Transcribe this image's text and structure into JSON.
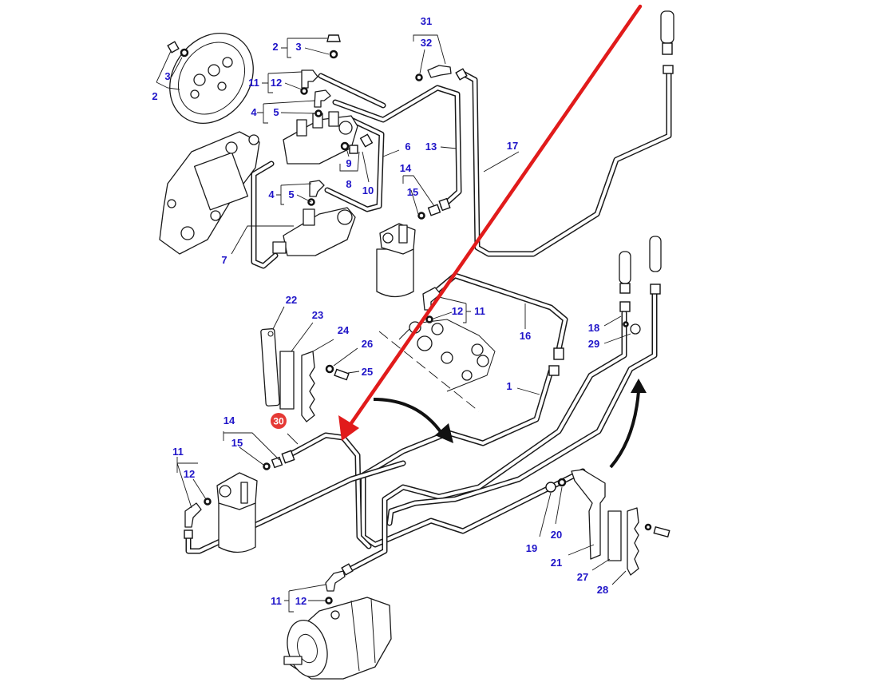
{
  "diagram": {
    "title": "Hydraulic pipe assembly exploded parts diagram",
    "label_color": "#1f14c8",
    "highlight_color": "#e11b1b",
    "highlight_part": "30",
    "callouts": [
      {
        "id": "c31",
        "text": "31"
      },
      {
        "id": "c32",
        "text": "32"
      },
      {
        "id": "c2a",
        "text": "2"
      },
      {
        "id": "c3a",
        "text": "3"
      },
      {
        "id": "c3b",
        "text": "3"
      },
      {
        "id": "c2b",
        "text": "2"
      },
      {
        "id": "c11a",
        "text": "11"
      },
      {
        "id": "c12a",
        "text": "12"
      },
      {
        "id": "c4a",
        "text": "4"
      },
      {
        "id": "c5a",
        "text": "5"
      },
      {
        "id": "c6",
        "text": "6"
      },
      {
        "id": "c13",
        "text": "13"
      },
      {
        "id": "c17",
        "text": "17"
      },
      {
        "id": "c9",
        "text": "9"
      },
      {
        "id": "c8",
        "text": "8"
      },
      {
        "id": "c10",
        "text": "10"
      },
      {
        "id": "c14a",
        "text": "14"
      },
      {
        "id": "c15a",
        "text": "15"
      },
      {
        "id": "c4b",
        "text": "4"
      },
      {
        "id": "c5b",
        "text": "5"
      },
      {
        "id": "c7",
        "text": "7"
      },
      {
        "id": "c22",
        "text": "22"
      },
      {
        "id": "c23",
        "text": "23"
      },
      {
        "id": "c24",
        "text": "24"
      },
      {
        "id": "c26",
        "text": "26"
      },
      {
        "id": "c25",
        "text": "25"
      },
      {
        "id": "c12b",
        "text": "12"
      },
      {
        "id": "c11b",
        "text": "11"
      },
      {
        "id": "c16",
        "text": "16"
      },
      {
        "id": "c1",
        "text": "1"
      },
      {
        "id": "c18",
        "text": "18"
      },
      {
        "id": "c29",
        "text": "29"
      },
      {
        "id": "c14b",
        "text": "14"
      },
      {
        "id": "c15b",
        "text": "15"
      },
      {
        "id": "c11c",
        "text": "11"
      },
      {
        "id": "c12c",
        "text": "12"
      },
      {
        "id": "c19",
        "text": "19"
      },
      {
        "id": "c20",
        "text": "20"
      },
      {
        "id": "c21",
        "text": "21"
      },
      {
        "id": "c27",
        "text": "27"
      },
      {
        "id": "c28",
        "text": "28"
      },
      {
        "id": "c11d",
        "text": "11"
      },
      {
        "id": "c12d",
        "text": "12"
      }
    ],
    "badge": {
      "text": "30"
    }
  }
}
